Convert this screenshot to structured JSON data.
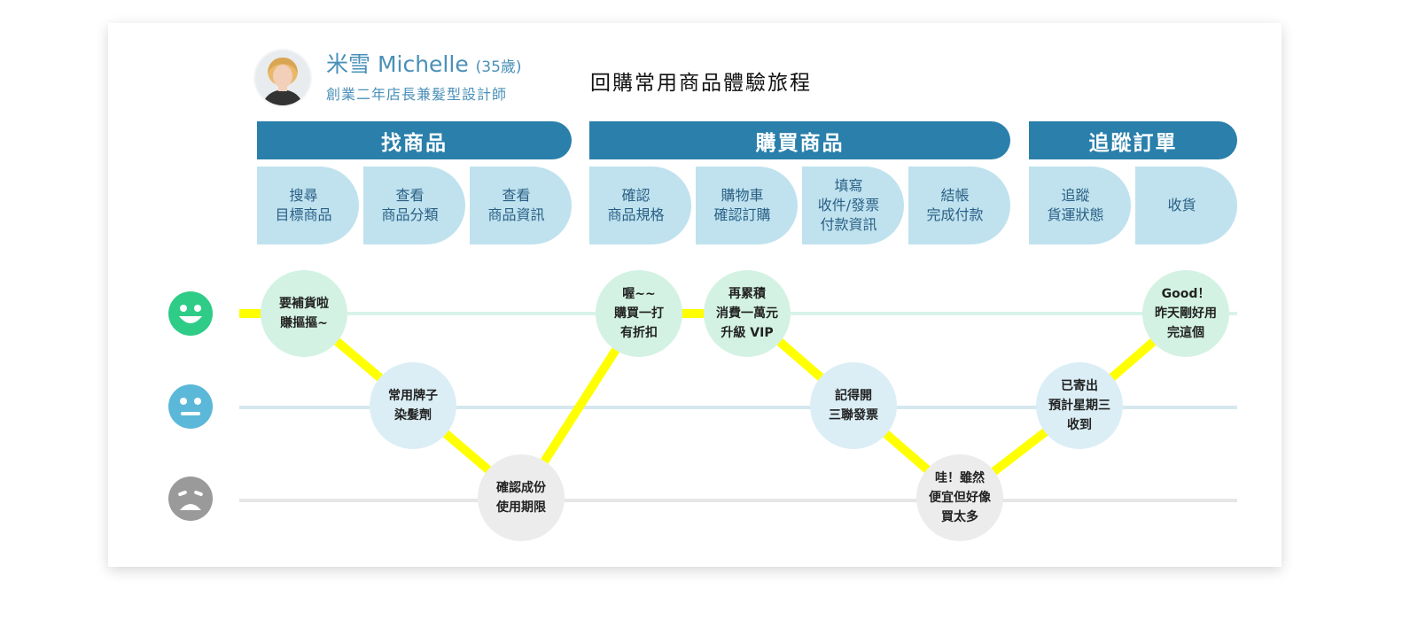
{
  "persona": {
    "name": "米雪 Michelle",
    "age": "(35歲)",
    "role": "創業二年店長兼髮型設計師"
  },
  "journey_title": "回購常用商品體驗旅程",
  "phases": [
    {
      "label": "找商品"
    },
    {
      "label": "購買商品"
    },
    {
      "label": "追蹤訂單"
    }
  ],
  "steps": [
    {
      "label": "搜尋\n目標商品"
    },
    {
      "label": "查看\n商品分類"
    },
    {
      "label": "查看\n商品資訊"
    },
    {
      "label": "確認\n商品規格"
    },
    {
      "label": "購物車\n確認訂購"
    },
    {
      "label": "填寫\n收件/發票\n付款資訊"
    },
    {
      "label": "結帳\n完成付款"
    },
    {
      "label": "追蹤\n貨運狀態"
    },
    {
      "label": "收貨"
    }
  ],
  "emotion_levels": [
    {
      "icon": "happy-face-icon",
      "color": "#2ecc87"
    },
    {
      "icon": "neutral-face-icon",
      "color": "#5bb8d8"
    },
    {
      "icon": "sad-face-icon",
      "color": "#9a9a9a"
    }
  ],
  "colors": {
    "phase": "#2a7fab",
    "step": "#bfe2ee",
    "journey_line": "#ffff00",
    "happy_line": "#d8f3ea",
    "neutral_line": "#d6e8ef",
    "sad_line": "#e6e6e6"
  },
  "touchpoints": [
    {
      "text": "要補貨啦\n賺摳摳~",
      "level": "happy"
    },
    {
      "text": "常用牌子\n染髮劑",
      "level": "neutral"
    },
    {
      "text": "確認成份\n使用期限",
      "level": "sad"
    },
    {
      "text": "喔~~\n購買一打\n有折扣",
      "level": "happy"
    },
    {
      "text": "再累積\n消費一萬元\n升級 VIP",
      "level": "happy"
    },
    {
      "text": "記得開\n三聯發票",
      "level": "neutral"
    },
    {
      "text": "哇！雖然\n便宜但好像\n買太多",
      "level": "sad"
    },
    {
      "text": "已寄出\n預計星期三\n收到",
      "level": "neutral"
    },
    {
      "text": "Good！\n昨天剛好用\n完這個",
      "level": "happy"
    }
  ]
}
